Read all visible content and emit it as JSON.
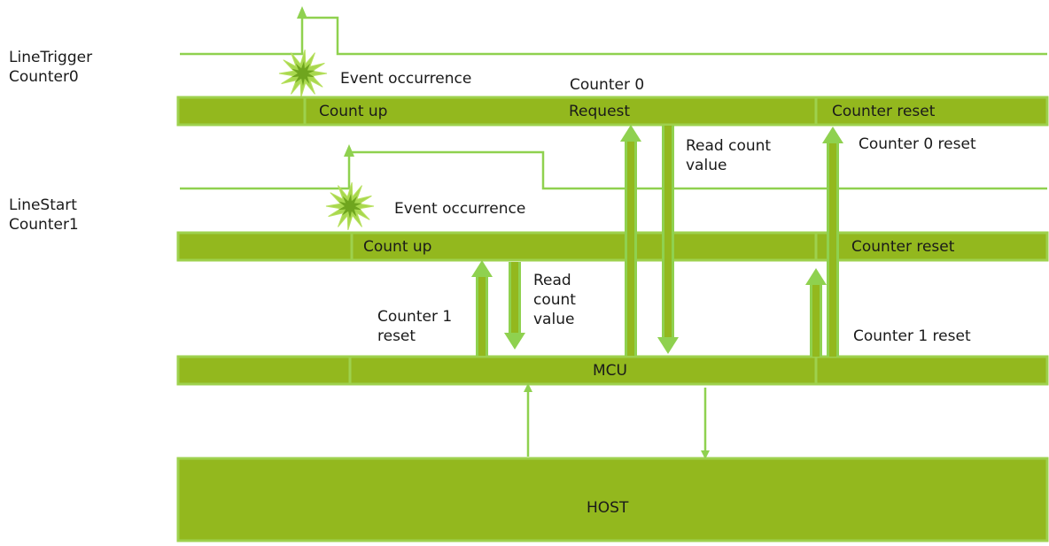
{
  "signals": {
    "line_trigger": "LineTrigger\nCounter0",
    "line_start": "LineStart\nCounter1"
  },
  "events": {
    "event_occurrence_0": "Event occurrence",
    "event_occurrence_1": "Event occurrence"
  },
  "counter0_bar": {
    "title": "Counter 0",
    "count_up": "Count up",
    "request": "Request",
    "counter_reset": "Counter reset"
  },
  "counter1_bar": {
    "count_up": "Count up",
    "counter_reset": "Counter reset"
  },
  "mcu_bar": {
    "label": "MCU"
  },
  "host_bar": {
    "label": "HOST"
  },
  "annotations": {
    "read_count_value_0": "Read count\nvalue",
    "counter0_reset": "Counter 0 reset",
    "read_count_value_1": "Read\ncount\nvalue",
    "counter1_reset_left": "Counter 1\nreset",
    "counter1_reset_right": "Counter 1 reset"
  },
  "colors": {
    "bar_fill": "#93b81e",
    "bar_border": "#9ed14d",
    "arrow": "#8fd14f",
    "event_burst_outer": "#a8d84e",
    "event_burst_inner": "#6fa51e"
  }
}
